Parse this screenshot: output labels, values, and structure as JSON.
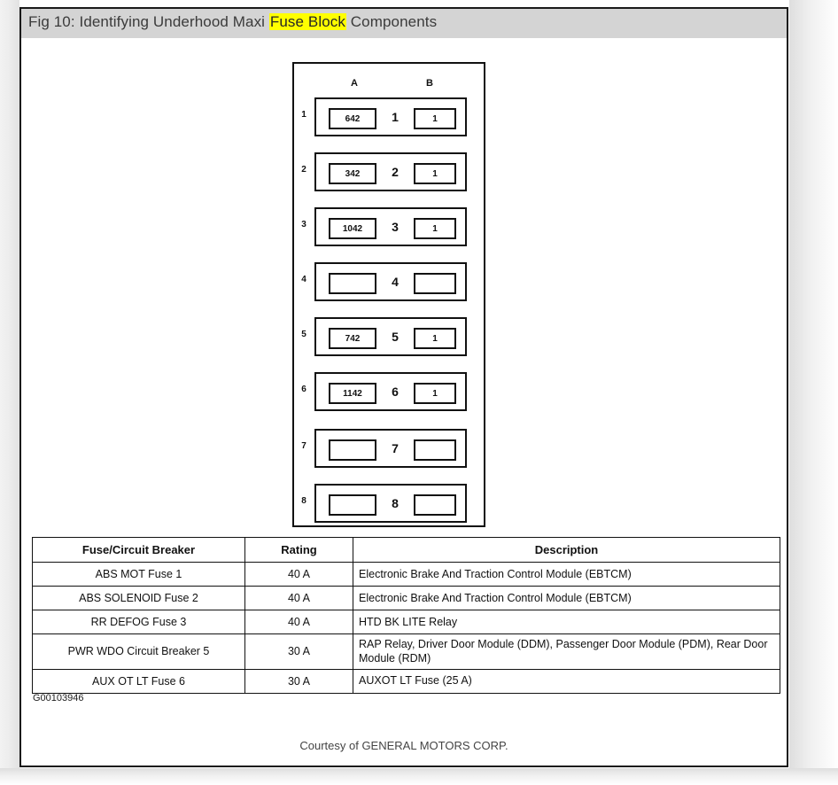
{
  "caption": {
    "before": "Fig 10: Identifying Underhood Maxi ",
    "highlight": "Fuse Block",
    "after": " Components",
    "highlight_color": "#ffff00",
    "bar_color": "#d4d4d4"
  },
  "diagram": {
    "column_headers": {
      "a": "A",
      "b": "B"
    },
    "rows": [
      {
        "number": "1",
        "slot_a": "642",
        "mid": "1",
        "slot_b": "1"
      },
      {
        "number": "2",
        "slot_a": "342",
        "mid": "2",
        "slot_b": "1"
      },
      {
        "number": "3",
        "slot_a": "1042",
        "mid": "3",
        "slot_b": "1"
      },
      {
        "number": "4",
        "slot_a": "",
        "mid": "4",
        "slot_b": ""
      },
      {
        "number": "5",
        "slot_a": "742",
        "mid": "5",
        "slot_b": "1"
      },
      {
        "number": "6",
        "slot_a": "1142",
        "mid": "6",
        "slot_b": "1"
      },
      {
        "number": "7",
        "slot_a": "",
        "mid": "7",
        "slot_b": ""
      },
      {
        "number": "8",
        "slot_a": "",
        "mid": "8",
        "slot_b": ""
      }
    ]
  },
  "table": {
    "headers": {
      "name": "Fuse/Circuit Breaker",
      "rating": "Rating",
      "description": "Description"
    },
    "rows": [
      {
        "name": "ABS MOT Fuse 1",
        "rating": "40 A",
        "description": "Electronic Brake And Traction Control Module (EBTCM)"
      },
      {
        "name": "ABS SOLENOID Fuse 2",
        "rating": "40 A",
        "description": "Electronic Brake And Traction Control Module (EBTCM)"
      },
      {
        "name": "RR DEFOG Fuse 3",
        "rating": "40 A",
        "description": "HTD BK LITE Relay"
      },
      {
        "name": "PWR WDO Circuit Breaker 5",
        "rating": "30 A",
        "description": "RAP Relay, Driver Door Module (DDM), Passenger Door Module (PDM), Rear Door Module (RDM)"
      },
      {
        "name": "AUX OT LT Fuse 6",
        "rating": "30 A",
        "description": "AUXOT LT Fuse (25 A)"
      }
    ]
  },
  "figure_id": "G00103946",
  "courtesy": "Courtesy of GENERAL MOTORS CORP."
}
